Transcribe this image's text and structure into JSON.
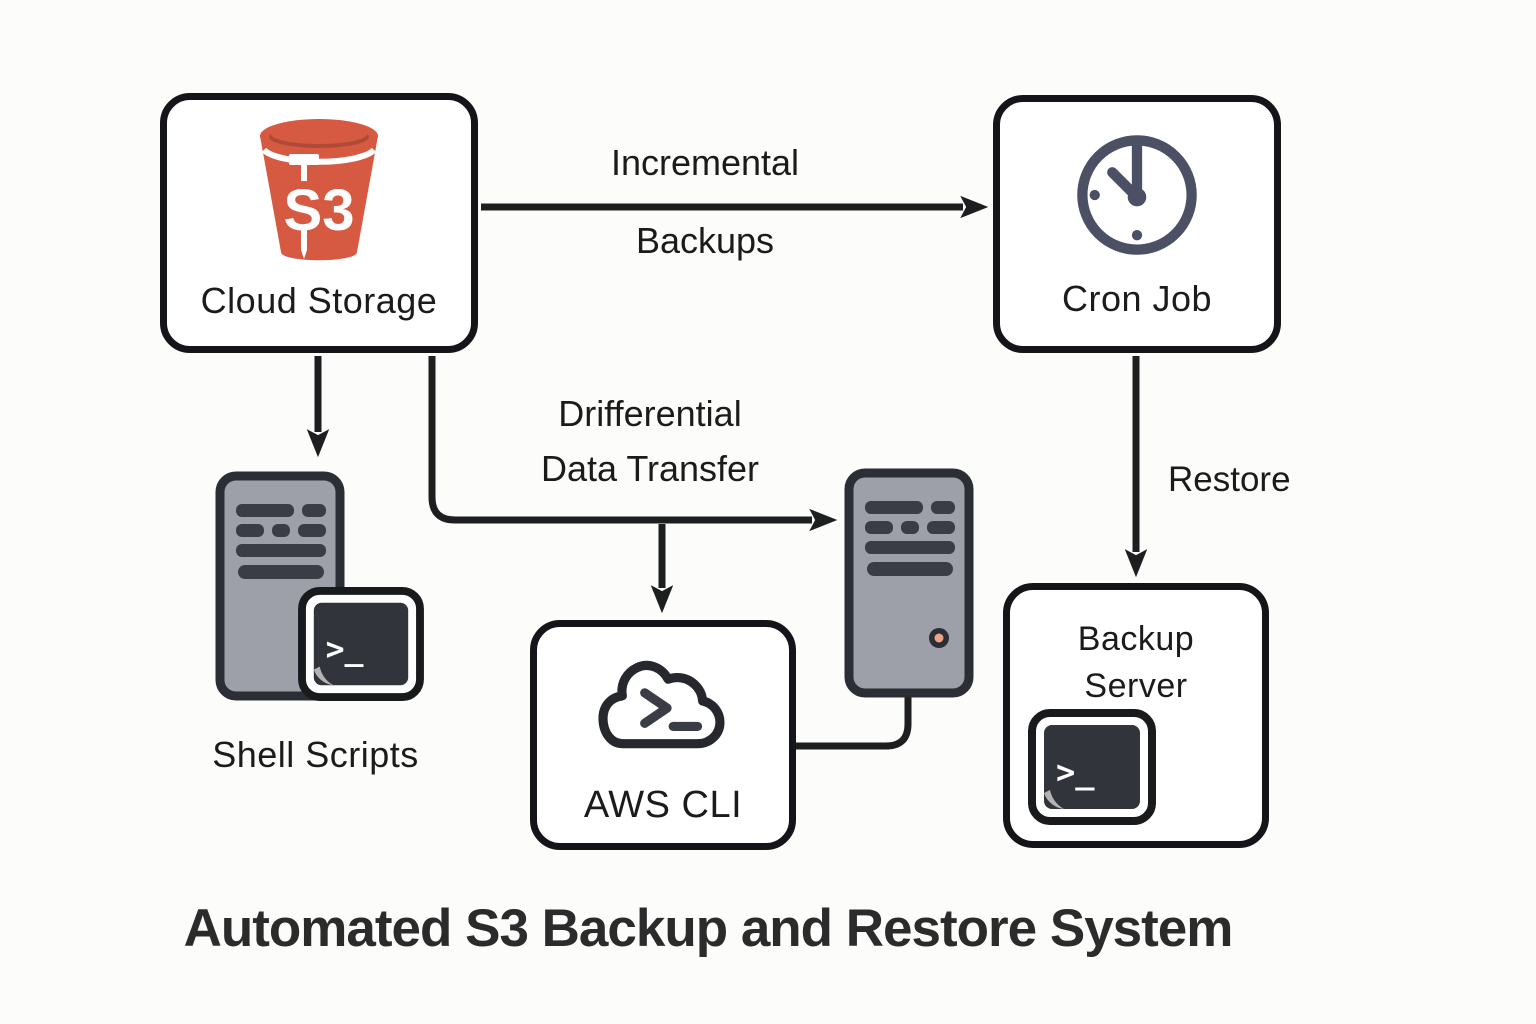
{
  "diagram": {
    "title": "Automated S3 Backup and Restore System"
  },
  "nodes": {
    "cloud_storage": {
      "label": "Cloud Storage",
      "icon": "s3-bucket-icon",
      "bucket_text": "S3"
    },
    "cron_job": {
      "label": "Cron Job",
      "icon": "clock-icon"
    },
    "shell_scripts": {
      "label": "Shell Scripts",
      "icon": "server-tower-terminal-icon",
      "prompt_glyph": ">_"
    },
    "aws_cli": {
      "label": "AWS CLI",
      "icon": "cloud-shell-icon"
    },
    "transfer_server": {
      "icon": "server-tower-icon"
    },
    "backup_server": {
      "label": "Backup Server",
      "icon": "terminal-icon",
      "prompt_glyph": ">_"
    }
  },
  "edges": {
    "incremental_backups": {
      "from": "cloud_storage",
      "to": "cron_job",
      "label_line1": "Incremental",
      "label_line2": "Backups"
    },
    "cloud_to_shell_scripts": {
      "from": "cloud_storage",
      "to": "shell_scripts"
    },
    "differential_transfer": {
      "from": "cloud_storage",
      "to": "transfer_server",
      "label_line1": "Drifferential",
      "label_line2": "Data Transfer"
    },
    "branch_to_aws_cli": {
      "from": "differential_transfer",
      "to": "aws_cli"
    },
    "restore": {
      "from": "cron_job",
      "to": "backup_server",
      "label": "Restore"
    },
    "aws_cli_to_transfer_server": {
      "from": "aws_cli",
      "to": "transfer_server"
    }
  },
  "colors": {
    "background": "#fcfcfa",
    "line": "#1d1e20",
    "box_border": "#141518",
    "box_fill": "#ffffff",
    "s3_bucket_red": "#d65a41",
    "s3_bucket_shadow": "#b04a36",
    "clock_slate": "#4c5065",
    "tower_body": "#9da0a8",
    "tower_slat": "#3a3d45",
    "tower_border": "#2b2e35",
    "terminal_screen": "#32343b",
    "power_button": "#e9a487",
    "text": "#1b1b1b",
    "title_text": "#2b2b2b"
  }
}
